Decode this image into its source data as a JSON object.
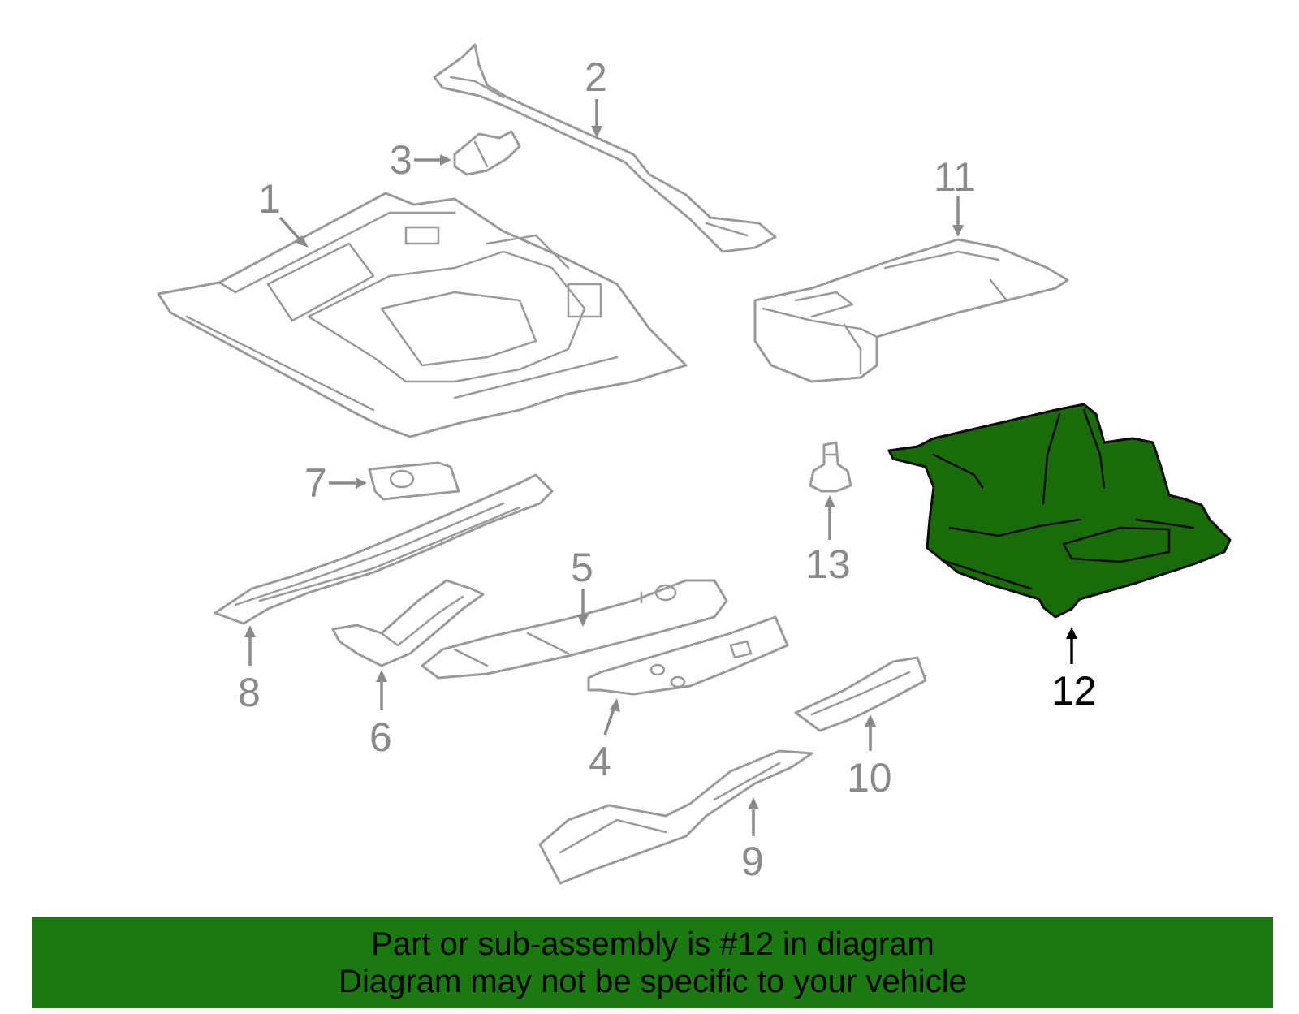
{
  "callouts": [
    {
      "id": "1",
      "text": "1"
    },
    {
      "id": "2",
      "text": "2"
    },
    {
      "id": "3",
      "text": "3"
    },
    {
      "id": "4",
      "text": "4"
    },
    {
      "id": "5",
      "text": "5"
    },
    {
      "id": "6",
      "text": "6"
    },
    {
      "id": "7",
      "text": "7"
    },
    {
      "id": "8",
      "text": "8"
    },
    {
      "id": "9",
      "text": "9"
    },
    {
      "id": "10",
      "text": "10"
    },
    {
      "id": "11",
      "text": "11"
    },
    {
      "id": "12",
      "text": "12"
    },
    {
      "id": "13",
      "text": "13"
    }
  ],
  "highlighted_part": "12",
  "colors": {
    "highlight_fill": "#1a6b0a",
    "banner_background": "#1a7a10",
    "part_outline": "#9a9a9a",
    "highlight_outline": "#000000"
  },
  "banner": {
    "line1": "Part or sub-assembly is #12 in diagram",
    "line2": "Diagram may not be specific to your vehicle"
  }
}
